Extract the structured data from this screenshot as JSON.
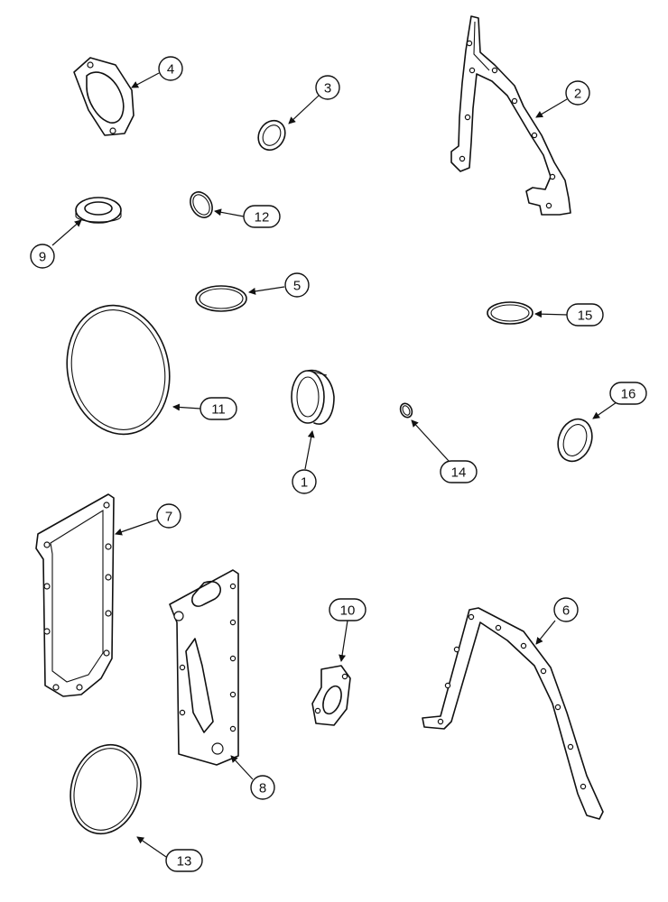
{
  "diagram": {
    "callouts": [
      {
        "id": "1",
        "label": "1"
      },
      {
        "id": "2",
        "label": "2"
      },
      {
        "id": "3",
        "label": "3"
      },
      {
        "id": "4",
        "label": "4"
      },
      {
        "id": "5",
        "label": "5"
      },
      {
        "id": "6",
        "label": "6"
      },
      {
        "id": "7",
        "label": "7"
      },
      {
        "id": "8",
        "label": "8"
      },
      {
        "id": "9",
        "label": "9"
      },
      {
        "id": "10",
        "label": "10"
      },
      {
        "id": "11",
        "label": "11"
      },
      {
        "id": "12",
        "label": "12"
      },
      {
        "id": "13",
        "label": "13"
      },
      {
        "id": "14",
        "label": "14"
      },
      {
        "id": "15",
        "label": "15"
      },
      {
        "id": "16",
        "label": "16"
      }
    ]
  }
}
